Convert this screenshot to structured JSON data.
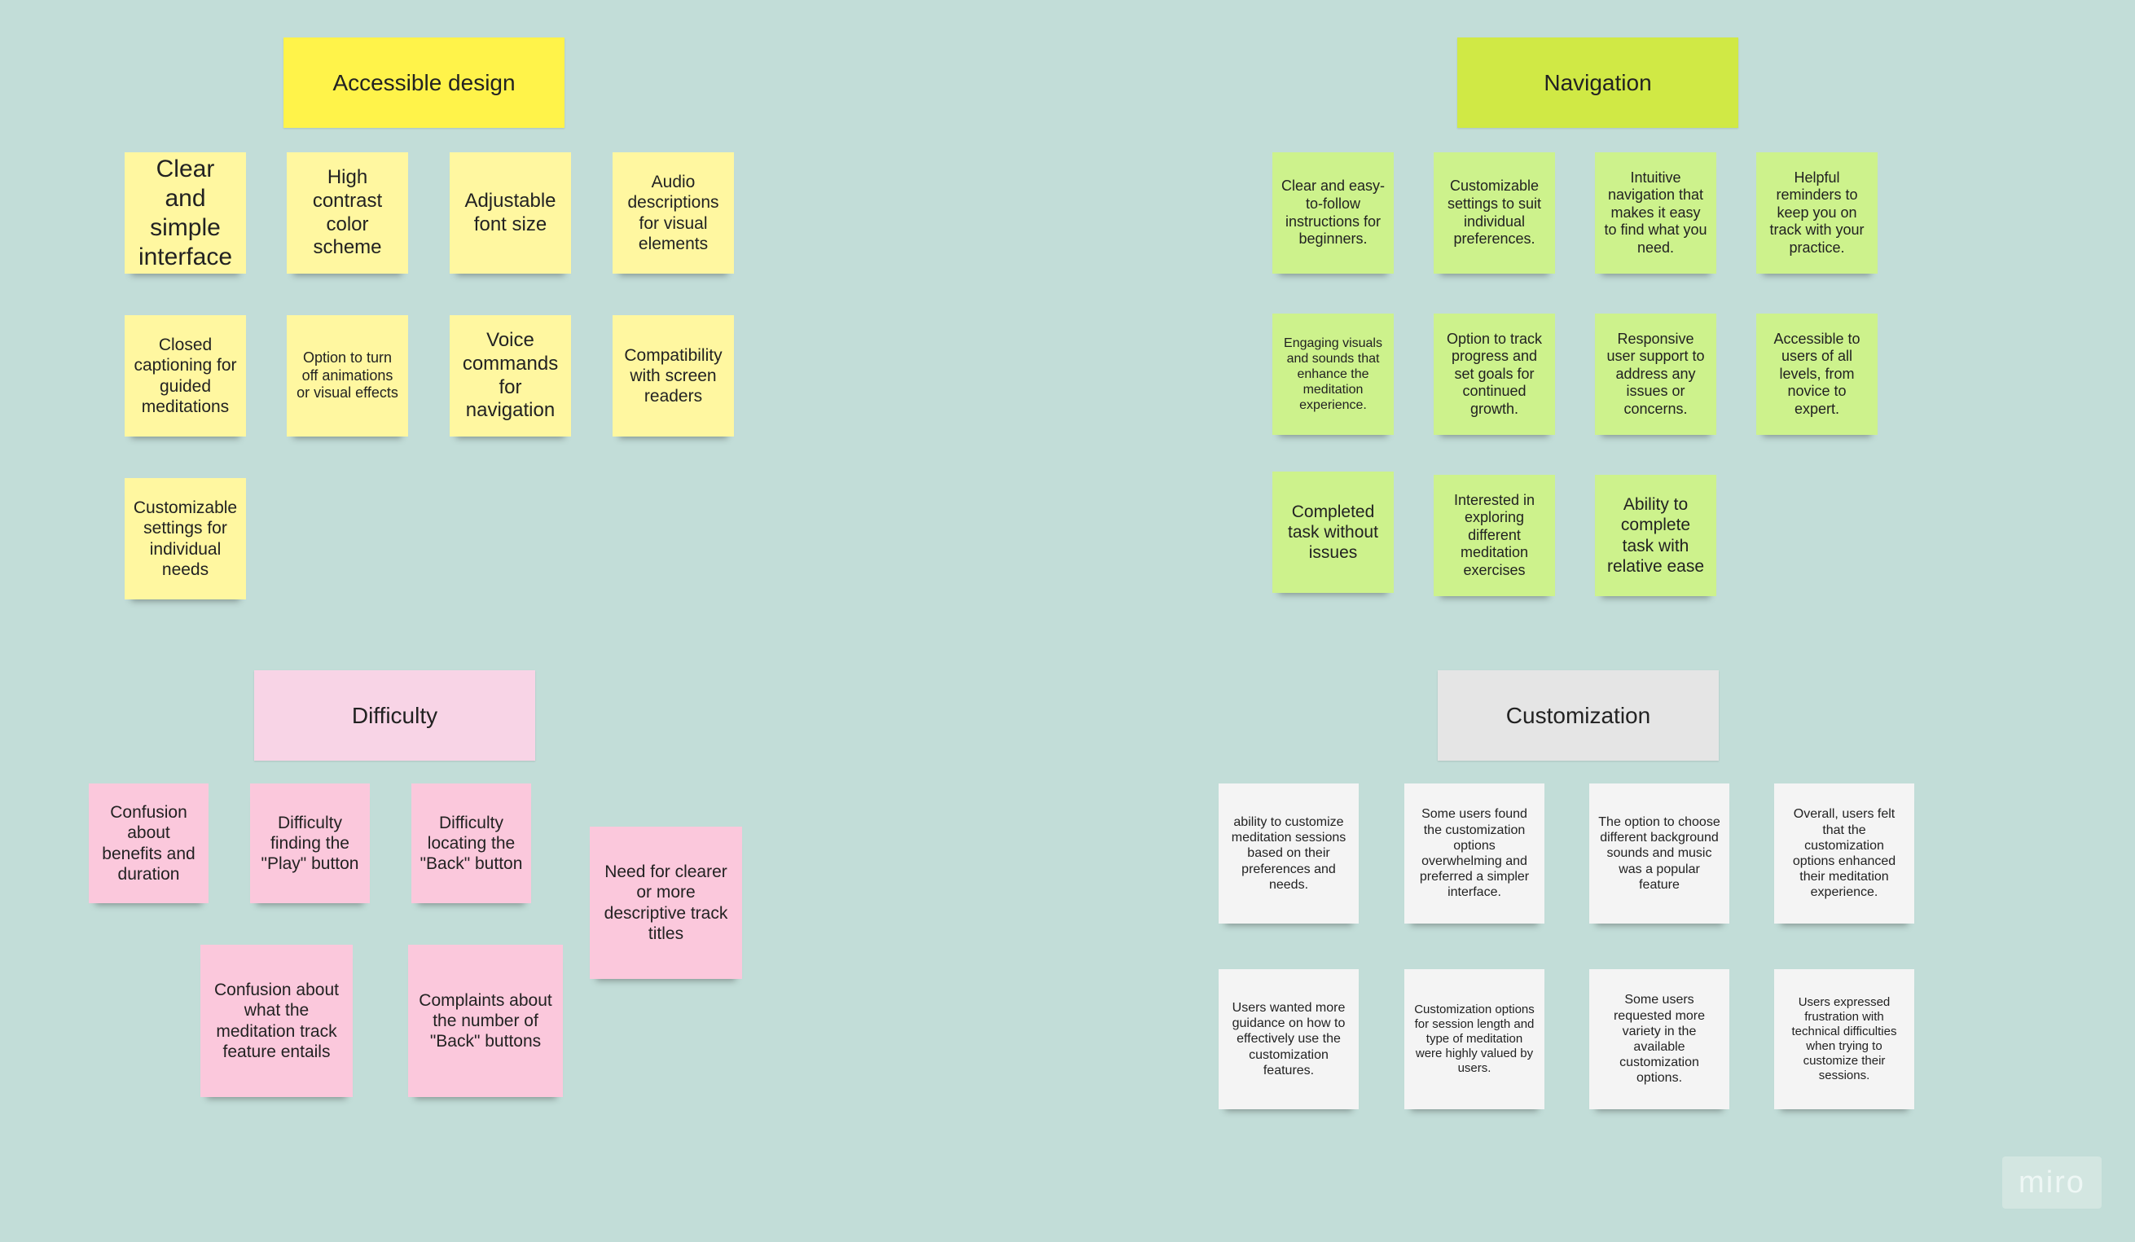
{
  "headers": {
    "accessible_design": "Accessible design",
    "navigation": "Navigation",
    "difficulty": "Difficulty",
    "customization": "Customization"
  },
  "accessible_design_notes": [
    "Clear and simple interface",
    "High contrast color scheme",
    "Adjustable font size",
    "Audio descriptions for visual elements",
    "Closed captioning for guided meditations",
    "Option to turn off animations or visual effects",
    "Voice commands for navigation",
    "Compatibility with screen readers",
    "Customizable settings for individual needs"
  ],
  "navigation_notes": [
    "Clear and easy-to-follow instructions for beginners.",
    "Customizable settings to suit individual preferences.",
    "Intuitive navigation that makes it easy to find what you need.",
    "Helpful reminders to keep you on track with your practice.",
    "Engaging visuals and sounds that enhance the meditation experience.",
    "Option to track progress and set goals for continued growth.",
    "Responsive user support to address any issues or concerns.",
    "Accessible to users of all levels, from novice to expert.",
    "Completed task without issues",
    "Interested in exploring different meditation exercises",
    "Ability to complete task with relative ease"
  ],
  "difficulty_notes": [
    "Confusion about benefits and duration",
    "Difficulty finding the \"Play\" button",
    "Difficulty locating the \"Back\" button",
    "Need for clearer or more descriptive track titles",
    "Confusion about what the meditation track feature entails",
    "Complaints about the number of \"Back\" buttons"
  ],
  "customization_notes": [
    "ability to customize meditation sessions based on their preferences and needs.",
    "Some users found the customization options overwhelming and preferred a simpler interface.",
    "The option to choose different background sounds and music was a popular feature",
    "Overall, users felt that the customization options enhanced their meditation experience.",
    "Users wanted more guidance on how to effectively use the customization features.",
    "Customization options for session length and type of meditation were highly valued by users.",
    "Some users requested more variety in the available customization options.",
    "Users expressed frustration with technical difficulties when trying to customize their sessions."
  ],
  "logo": "miro",
  "colors": {
    "background": "#c2ddd8",
    "accessible_header": "#fff34a",
    "navigation_header": "#d0e945",
    "difficulty_header": "#f8d4e6",
    "customization_header": "#e5e5e5"
  }
}
